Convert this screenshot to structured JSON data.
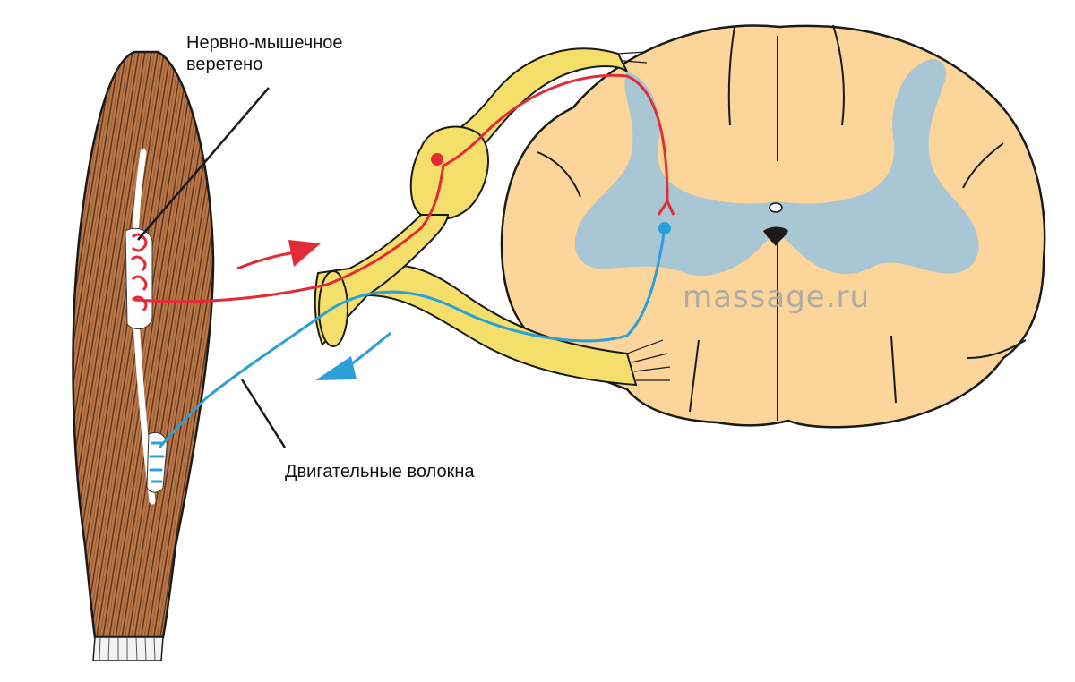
{
  "labels": {
    "spindle_line1": "Нервно-мышечное",
    "spindle_line2": "веретено",
    "motor_fibers": "Двигательные волокна",
    "watermark": "massage.ru"
  },
  "colors": {
    "muscle": "#b9794b",
    "muscle_dark": "#6d3a1d",
    "nerve": "#f4df6a",
    "cord": "#fbd59a",
    "grey_matter": "#a9c6d4",
    "sensory_fiber": "#e32b36",
    "motor_fiber": "#2a9fd8",
    "outline": "#1a1a1a"
  },
  "icons": {
    "afferent_arrow": "red-arrow-right-icon",
    "efferent_arrow": "blue-arrow-left-icon"
  }
}
